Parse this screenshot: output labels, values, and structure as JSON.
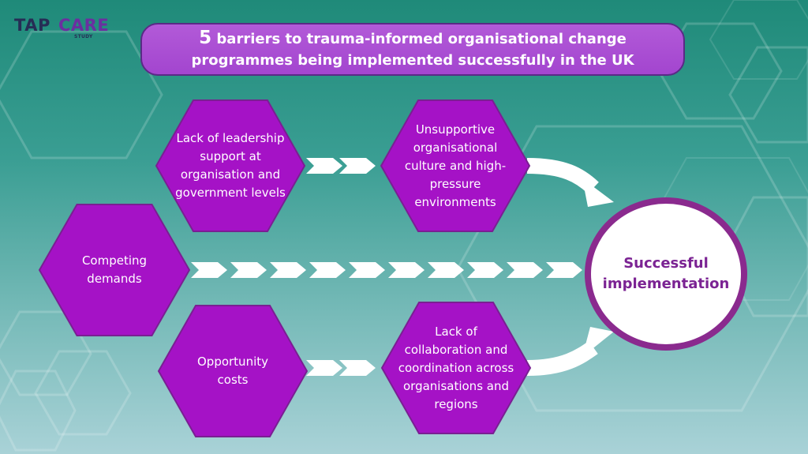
{
  "logo": {
    "tap": "TAP",
    "care": "CARE",
    "study": "STUDY"
  },
  "title": {
    "number": "5",
    "line1_rest": "barriers to trauma-informed organisational change",
    "line2": "programmes being implemented successfully in the UK"
  },
  "barriers": [
    {
      "label": "Lack of leadership support at organisation and government levels"
    },
    {
      "label": "Unsupportive organisational culture and high-pressure environments"
    },
    {
      "label": "Competing demands"
    },
    {
      "label": "Opportunity costs"
    },
    {
      "label": "Lack of collaboration and coordination across organisations and regions"
    }
  ],
  "outcome": {
    "label": "Successful implementation"
  },
  "colors": {
    "hex_fill": "#a512c6",
    "hex_border": "#7a1f92",
    "arrow": "#ffffff",
    "circle_border": "#8a2a8e",
    "outcome_text": "#7b2393",
    "title_bg": "#aa4fd4"
  }
}
